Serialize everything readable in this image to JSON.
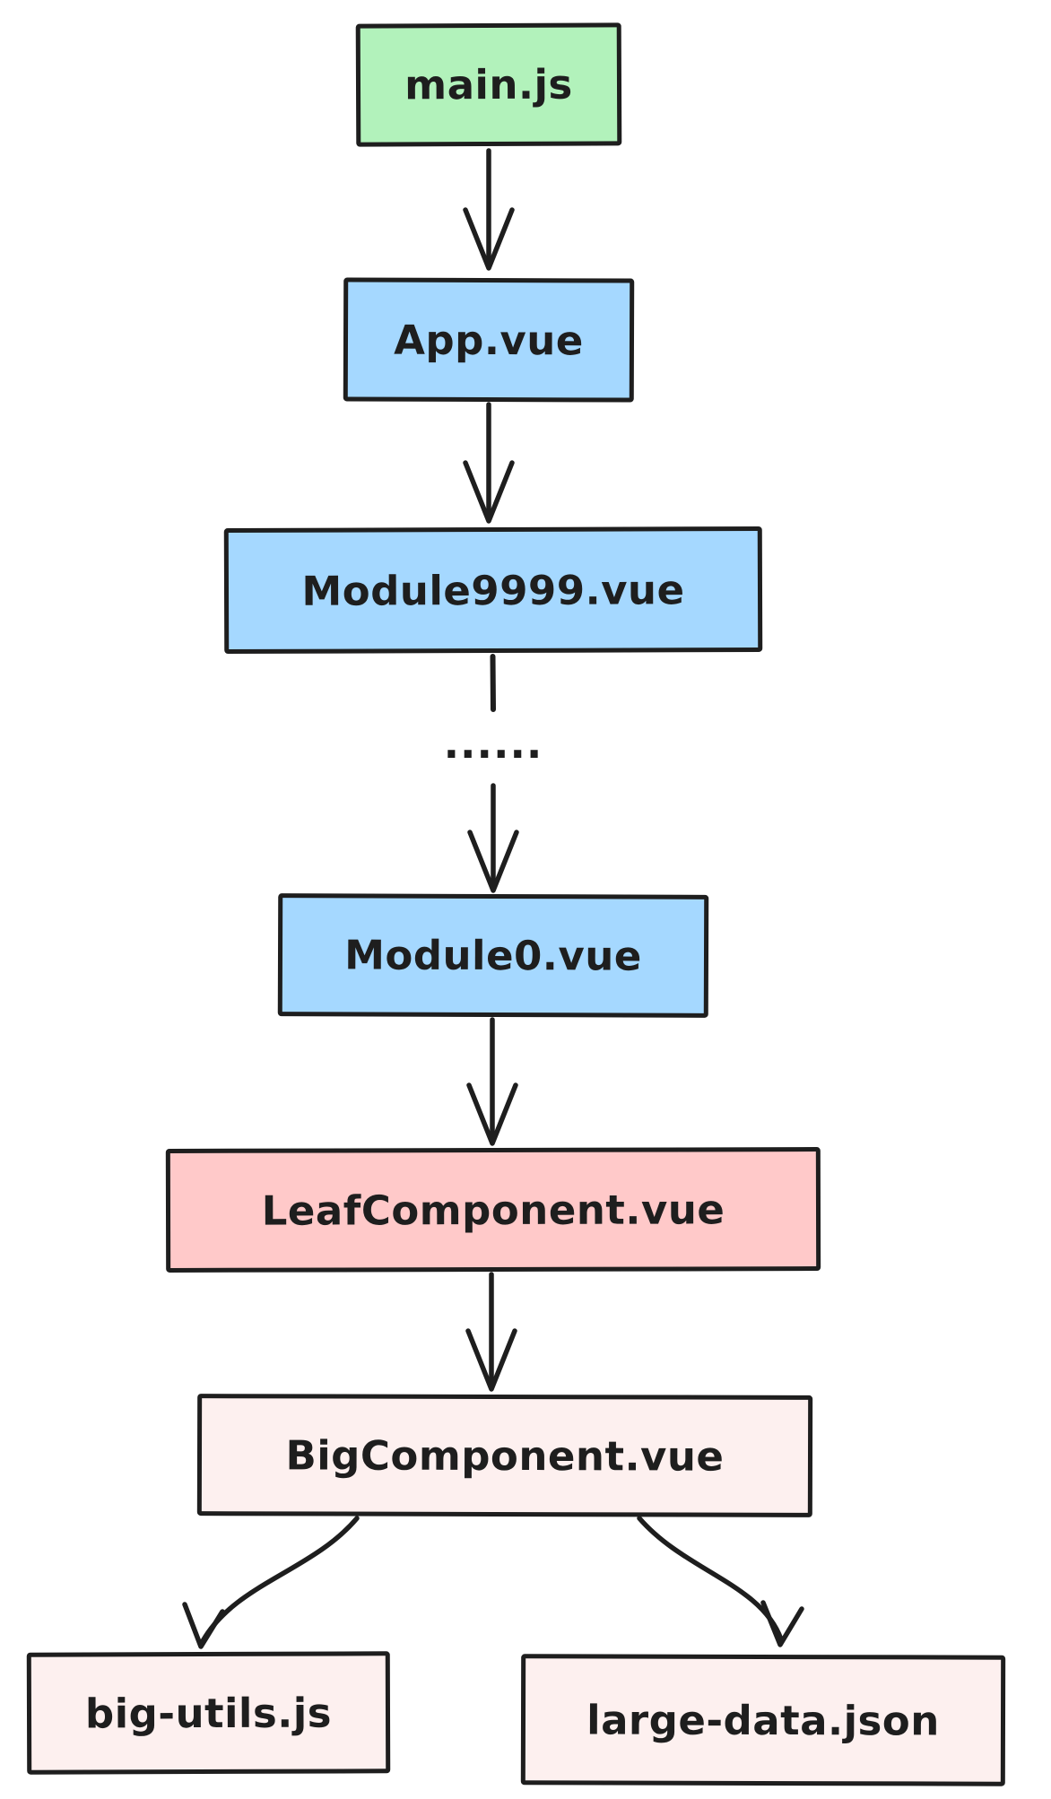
{
  "diagram": {
    "type": "dependency-tree",
    "ellipsis_label": "......",
    "colors": {
      "stroke": "#1e1e1e",
      "entry_fill": "#b2f2bb",
      "module_fill": "#a5d8ff",
      "leaf_fill": "#ffc9c9",
      "asset_fill": "#fdf0ef",
      "background": "#ffffff"
    },
    "nodes": [
      {
        "id": "main-js",
        "label": "main.js",
        "fill": "#b2f2bb"
      },
      {
        "id": "app-vue",
        "label": "App.vue",
        "fill": "#a5d8ff"
      },
      {
        "id": "module9999-vue",
        "label": "Module9999.vue",
        "fill": "#a5d8ff"
      },
      {
        "id": "module0-vue",
        "label": "Module0.vue",
        "fill": "#a5d8ff"
      },
      {
        "id": "leaf-component-vue",
        "label": "LeafComponent.vue",
        "fill": "#ffc9c9"
      },
      {
        "id": "big-component-vue",
        "label": "BigComponent.vue",
        "fill": "#fdf0ef"
      },
      {
        "id": "big-utils-js",
        "label": "big-utils.js",
        "fill": "#fdf0ef"
      },
      {
        "id": "large-data-json",
        "label": "large-data.json",
        "fill": "#fdf0ef"
      }
    ],
    "edges": [
      {
        "from": "main-js",
        "to": "app-vue"
      },
      {
        "from": "app-vue",
        "to": "module9999-vue"
      },
      {
        "from": "module9999-vue",
        "to": "module0-vue",
        "via": "ellipsis"
      },
      {
        "from": "module0-vue",
        "to": "leaf-component-vue"
      },
      {
        "from": "leaf-component-vue",
        "to": "big-component-vue"
      },
      {
        "from": "big-component-vue",
        "to": "big-utils-js"
      },
      {
        "from": "big-component-vue",
        "to": "large-data-json"
      }
    ]
  }
}
